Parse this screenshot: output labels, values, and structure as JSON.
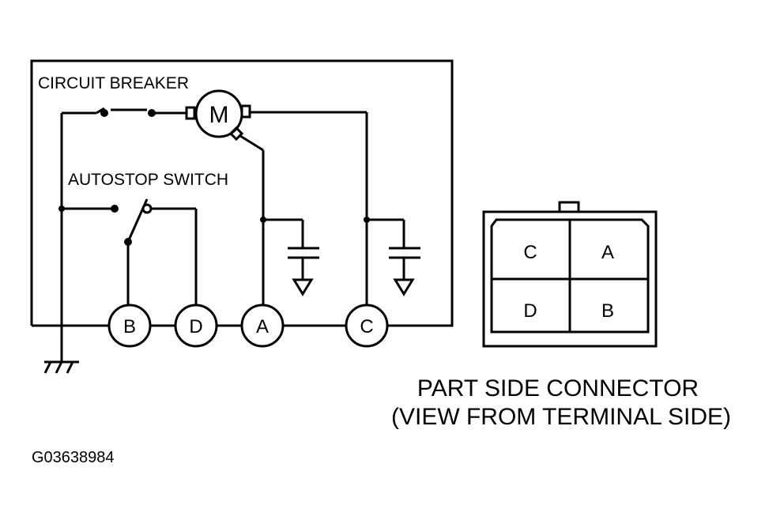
{
  "labels": {
    "circuit_breaker": "CIRCUIT BREAKER",
    "autostop_switch": "AUTOSTOP SWITCH",
    "motor": "M",
    "connector_title": "PART SIDE CONNECTOR",
    "connector_subtitle": "(VIEW FROM TERMINAL SIDE)",
    "figure_code": "G03638984"
  },
  "terminals": {
    "b": "B",
    "d": "D",
    "a": "A",
    "c": "C"
  },
  "connector": {
    "top_left": "C",
    "top_right": "A",
    "bottom_left": "D",
    "bottom_right": "B"
  }
}
